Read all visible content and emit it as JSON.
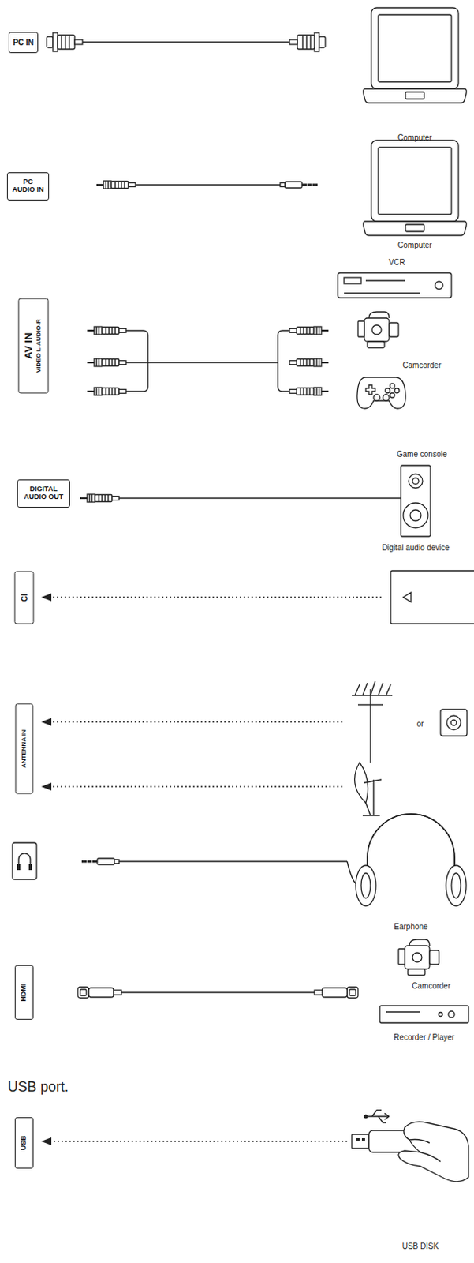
{
  "diagram": {
    "nodes": [
      {
        "text": [
          "PC IN"
        ]
      },
      {
        "text": [
          "PC AUDIO IN"
        ]
      },
      {
        "text": [
          "AV IN",
          "VIDEO L-AUDIO-R"
        ]
      },
      {
        "text": [
          "DIGITAL AUDIO OUT"
        ]
      },
      {
        "text": [
          "CI"
        ]
      },
      {
        "text": [
          "ANTENNA IN"
        ]
      },
      {
        "text": [
          "HDMI"
        ]
      },
      {
        "text": [
          "USB"
        ]
      }
    ],
    "labels": [
      "Computer",
      "Computer",
      "VCR",
      "Camcorder",
      "Game console",
      "Digital audio device",
      "or",
      "Earphone",
      "Camcorder",
      "Recorder / Player",
      "USB port.",
      "USB DISK"
    ]
  }
}
